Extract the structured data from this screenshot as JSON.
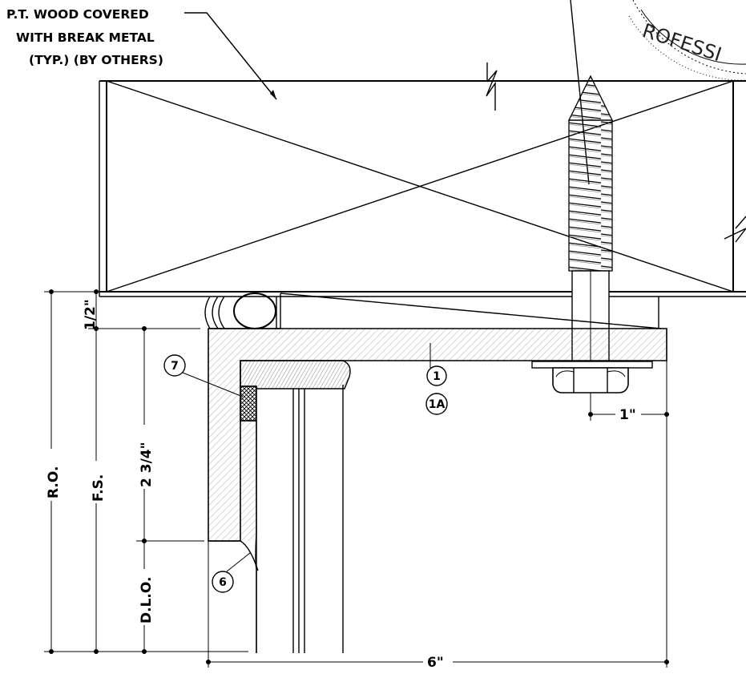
{
  "callout_note": {
    "line1": "P.T. WOOD COVERED",
    "line2": "WITH  BREAK METAL",
    "line3": "(TYP.) (BY OTHERS)"
  },
  "seal_text": "ROFESSI",
  "dimensions": {
    "half_inch": "1/2\"",
    "two_three_quarter": "2 3/4\"",
    "rough_opening": "R.O.",
    "frame_size": "F.S.",
    "daylight_opening": "D.L.O.",
    "one_inch": "1\"",
    "six_inch": "6\""
  },
  "tags": {
    "tag_1": "1",
    "tag_1a": "1A",
    "tag_6": "6",
    "tag_7": "7"
  }
}
